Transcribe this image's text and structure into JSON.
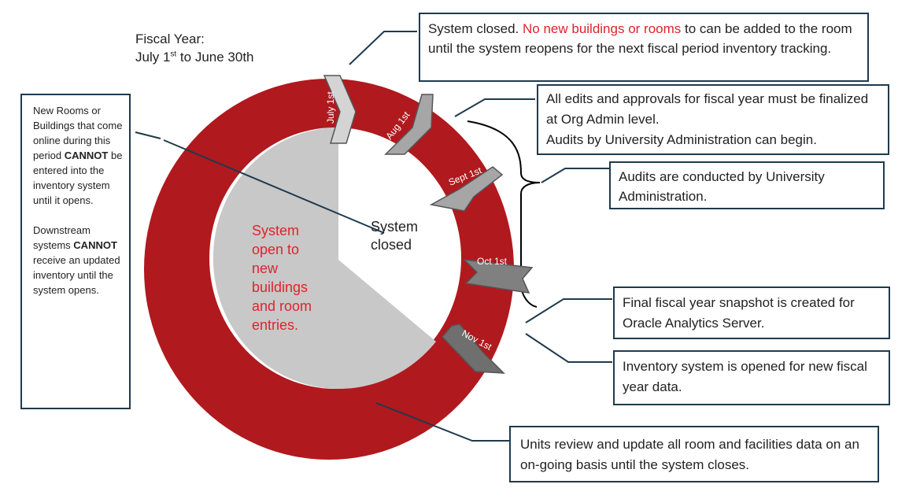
{
  "fiscal_year": {
    "title": "Fiscal Year:",
    "range_start": "July 1",
    "range_sup": "st",
    "range_end": " to June 30th"
  },
  "ring_labels": {
    "july": "July 1st",
    "aug": "Aug 1st",
    "sept": "Sept 1st",
    "oct": "Oct 1st",
    "nov": "Nov 1st"
  },
  "center": {
    "closed_line1": "System",
    "closed_line2": "closed",
    "open_lines": [
      "System",
      "open to",
      "new",
      "buildings",
      "and room",
      "entries."
    ]
  },
  "callouts": {
    "top": {
      "pre": "System closed.  ",
      "red": "No new buildings or rooms",
      "post": " to can be added to the room until the system reopens for the next fiscal period inventory tracking."
    },
    "edits": {
      "line1": "All edits and approvals for fiscal year must be finalized at Org Admin level.",
      "line2": "Audits by University Administration can begin."
    },
    "audits": "Audits are conducted by University Administration.",
    "snapshot": "Final fiscal year snapshot is created for Oracle Analytics Server.",
    "opened": "Inventory system is opened for new fiscal year data.",
    "units": "Units review and update all room and facilities data on an on-going basis until the system closes.",
    "left": {
      "p1_pre": "New Rooms or Buildings that come online during this period ",
      "p1_bold": "CANNOT",
      "p1_post": " be entered into the inventory system until it opens.",
      "p2_pre": "Downstream systems ",
      "p2_bold": "CANNOT",
      "p2_post": " receive an updated inventory until the system opens."
    }
  },
  "colors": {
    "ring": "#b0191e",
    "pie": "#c8c8c8",
    "open_text": "#e0232b",
    "box_border": "#1f3a4d",
    "chevron": "#a6a6a6",
    "chevron_dark": "#6f6f6f"
  }
}
